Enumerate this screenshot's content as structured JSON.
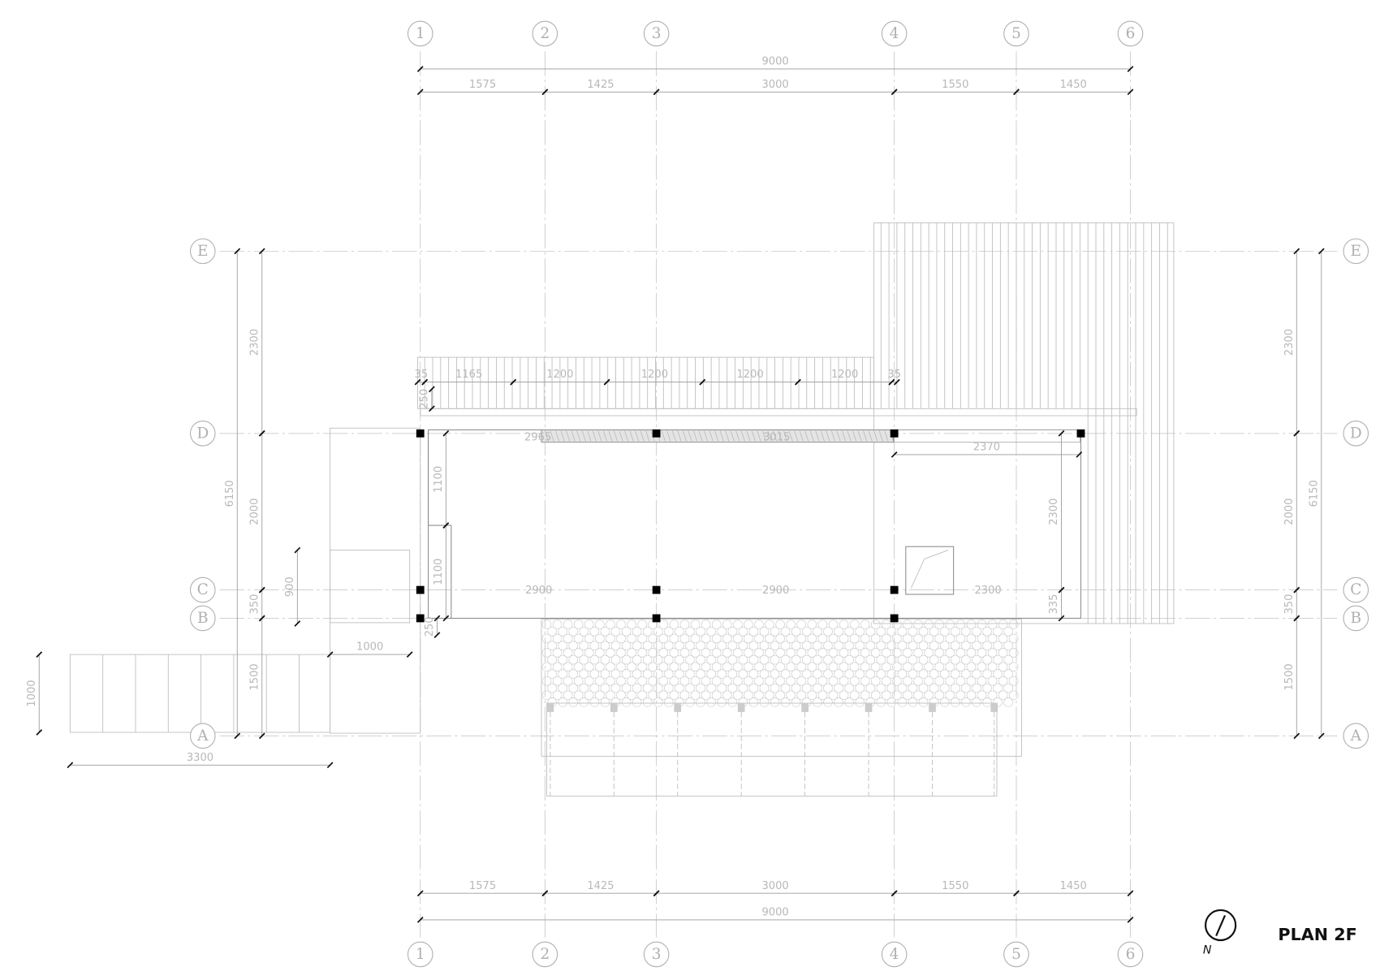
{
  "title": "PLAN 2F",
  "north_label": "N",
  "grid": {
    "columns": [
      "1",
      "2",
      "3",
      "4",
      "5",
      "6"
    ],
    "rows": [
      "E",
      "D",
      "C",
      "B",
      "A"
    ]
  },
  "dimensions": {
    "horizontal_total": "9000",
    "horizontal_segments": [
      "1575",
      "1425",
      "3000",
      "1550",
      "1450"
    ],
    "vertical_total": "6150",
    "vertical_segments": [
      "2300",
      "2000",
      "350",
      "1500"
    ],
    "roof_strip": [
      "35",
      "1165",
      "1200",
      "1200",
      "1200",
      "1200",
      "35"
    ],
    "interior": [
      "250",
      "2965",
      "3015",
      "2370",
      "1100",
      "1100",
      "2900",
      "2900",
      "2300",
      "2300",
      "335",
      "250",
      "900",
      "1000",
      "1000",
      "3300"
    ]
  }
}
